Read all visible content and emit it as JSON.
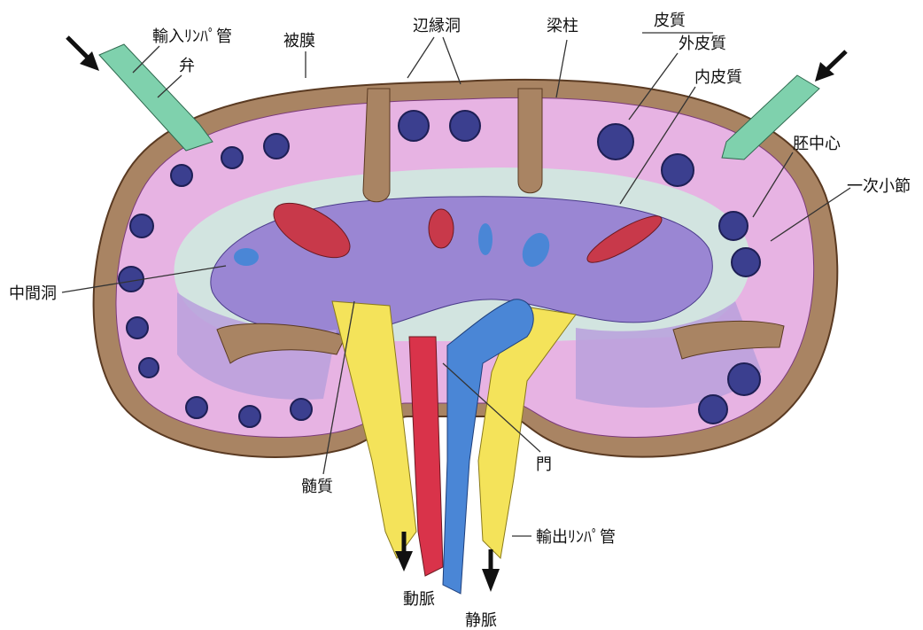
{
  "labels": {
    "afferent_lymph": "輸入ﾘﾝﾊﾟ管",
    "valve": "弁",
    "capsule": "被膜",
    "marginal_sinus": "辺縁洞",
    "trabecula": "梁柱",
    "cortex": "皮質",
    "outer_cortex": "外皮質",
    "inner_cortex": "内皮質",
    "germinal_center": "胚中心",
    "primary_nodule": "一次小節",
    "intermediate_sinus": "中間洞",
    "medulla": "髄質",
    "hilum": "門",
    "efferent_lymph": "輸出ﾘﾝﾊﾟ管",
    "artery": "動脈",
    "vein": "静脈"
  },
  "colors": {
    "capsule": "#a98463",
    "outer_cortex": "#e7b3e3",
    "sinus_band": "#cfe9df",
    "inner_cortex": "#9a86d3",
    "follicle": "#3b3f8f",
    "lymph_vessel_in": "#7fd1ad",
    "lymph_vessel_out": "#f4e35a",
    "artery": "#d9334a",
    "vein": "#4a86d6"
  }
}
